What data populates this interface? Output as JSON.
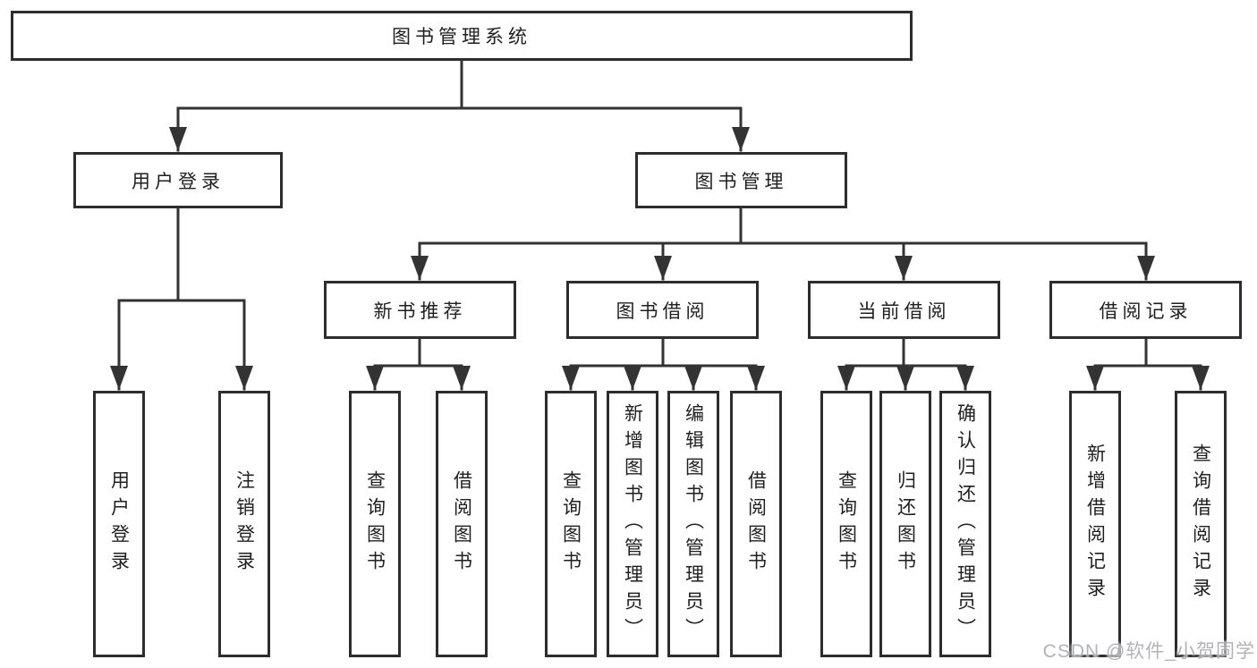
{
  "diagram": {
    "root": {
      "label": "图书管理系统"
    },
    "branches": [
      {
        "label": "用户登录",
        "children": [
          {
            "label": "用户登录"
          },
          {
            "label": "注销登录"
          }
        ]
      },
      {
        "label": "图书管理",
        "children": [
          {
            "label": "新书推荐",
            "children": [
              {
                "label": "查询图书"
              },
              {
                "label": "借阅图书"
              }
            ]
          },
          {
            "label": "图书借阅",
            "children": [
              {
                "label": "查询图书"
              },
              {
                "label": "新增图书（管理员）"
              },
              {
                "label": "编辑图书（管理员）"
              },
              {
                "label": "借阅图书"
              }
            ]
          },
          {
            "label": "当前借阅",
            "children": [
              {
                "label": "查询图书"
              },
              {
                "label": "归还图书"
              },
              {
                "label": "确认归还（管理员）"
              }
            ]
          },
          {
            "label": "借阅记录",
            "children": [
              {
                "label": "新增借阅记录"
              },
              {
                "label": "查询借阅记录"
              }
            ]
          }
        ]
      }
    ],
    "watermark": "CSDN @软件_小贺同学",
    "colors": {
      "line": "#333333",
      "box_border": "#2d2d2d",
      "background": "#ffffff",
      "text": "#1f1f1f",
      "watermark": "#a6a9ad"
    }
  }
}
